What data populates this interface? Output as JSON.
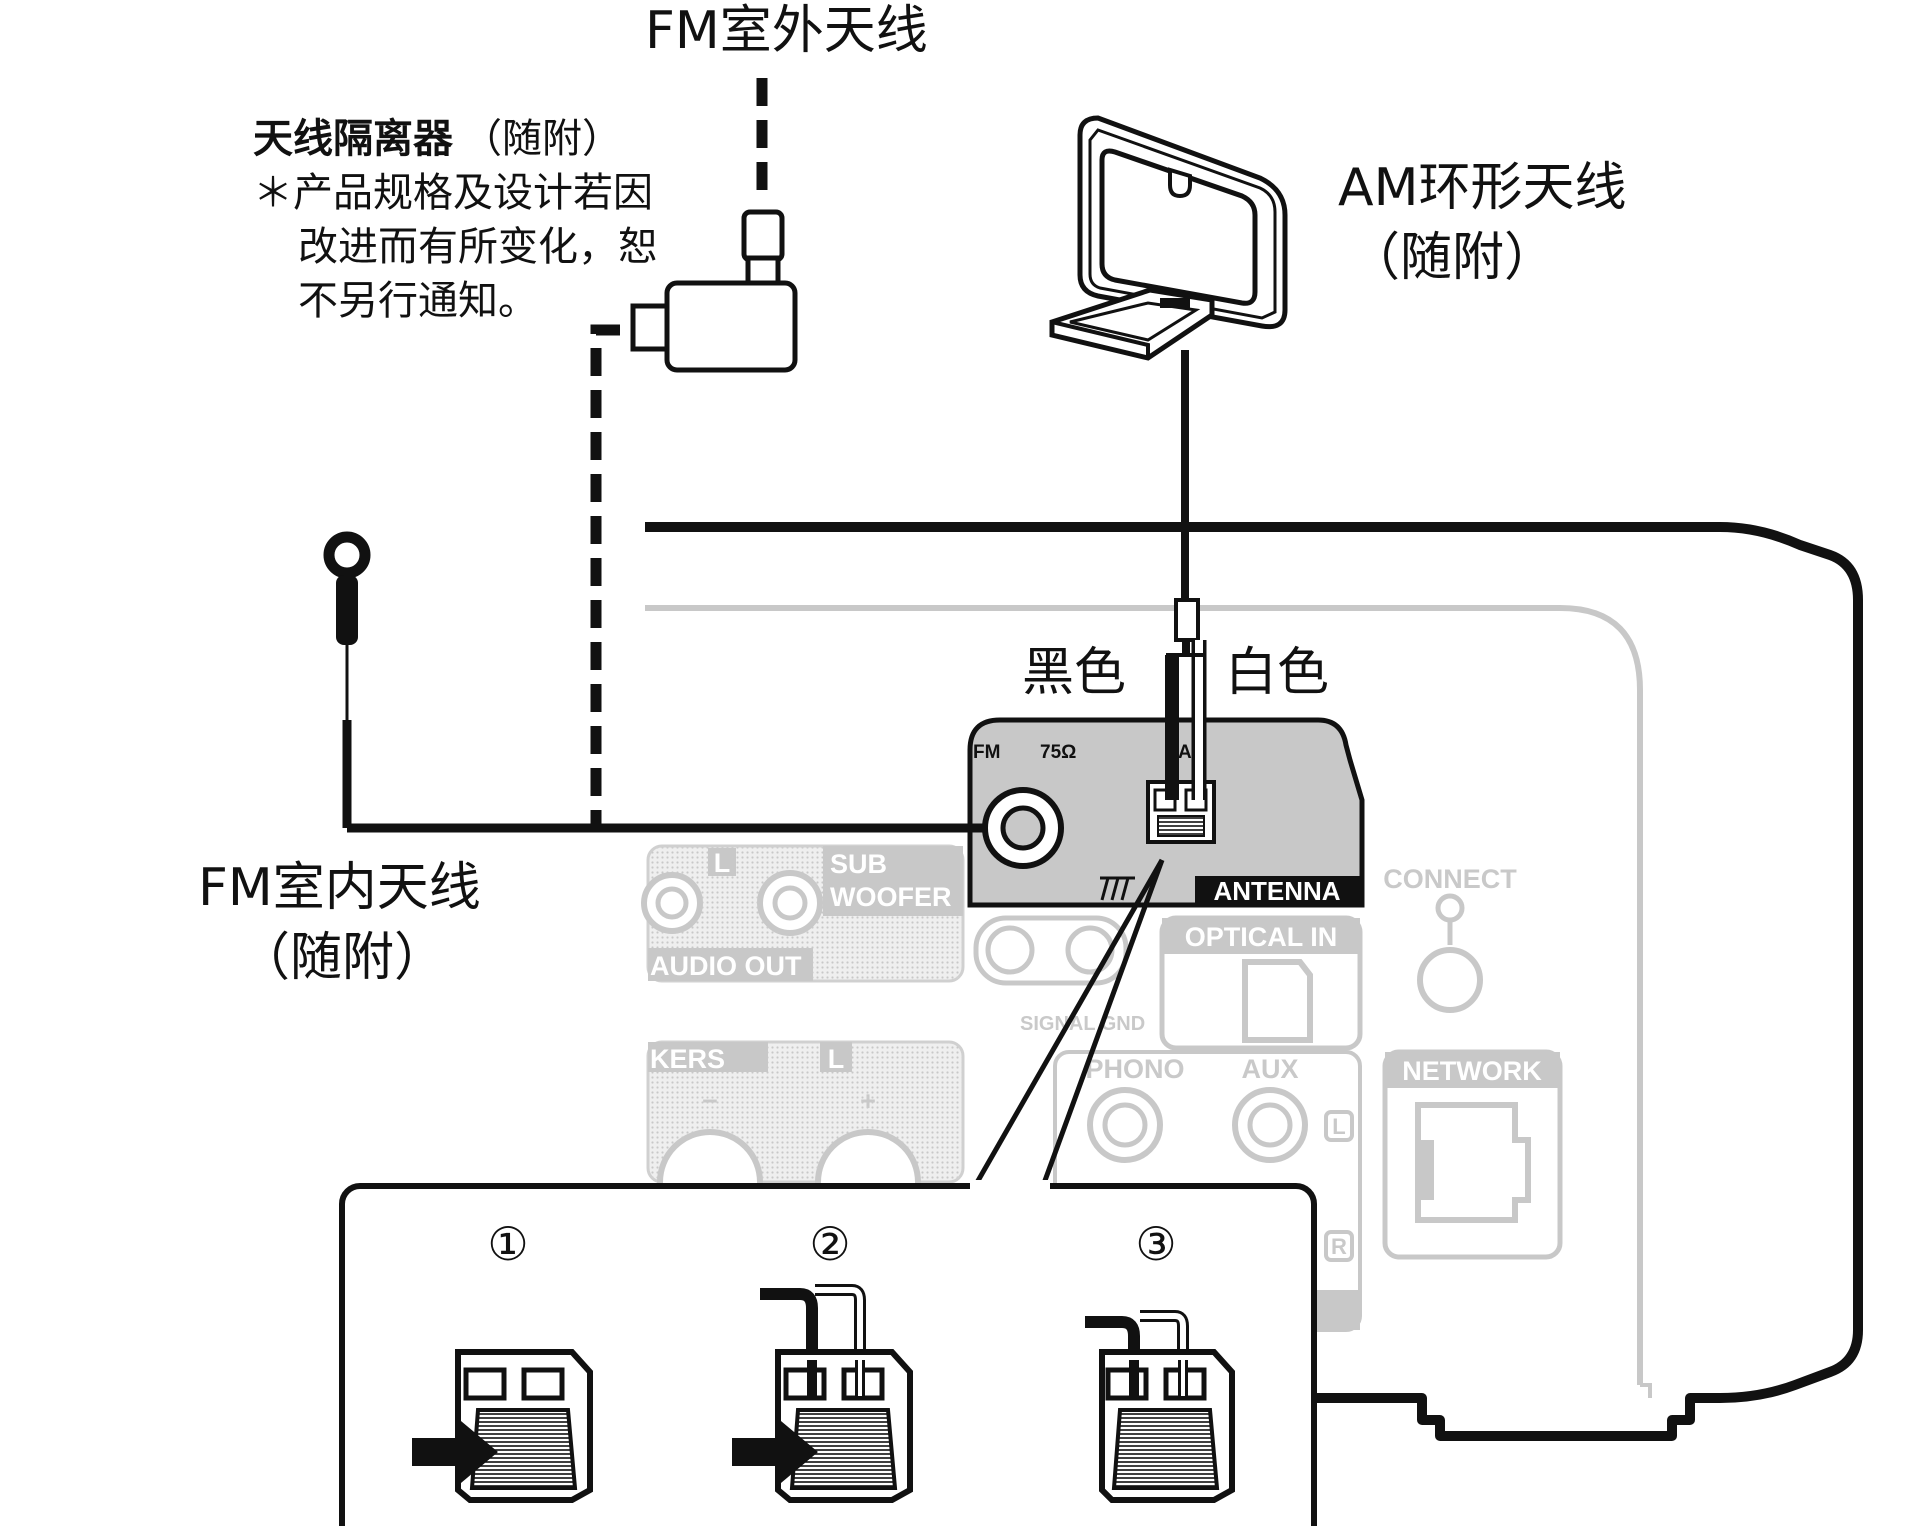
{
  "labels": {
    "fm_outdoor": "FM室外天线",
    "balun_title": "天线隔离器",
    "balun_supplied": "（随附）",
    "balun_note_1": "＊产品规格及设计若因",
    "balun_note_2": "改进而有所变化，恕",
    "balun_note_3": "不另行通知。",
    "am_loop": "AM环形天线",
    "am_supplied": "（随附）",
    "black": "黑色",
    "white": "白色",
    "fm_indoor": "FM室内天线",
    "fm_indoor_supplied": "（随附）"
  },
  "panel": {
    "fm": "FM",
    "ohm": "75Ω",
    "am": "AM",
    "antenna": "ANTENNA",
    "connect": "CONNECT",
    "optical_in": "OPTICAL IN",
    "network": "NETWORK",
    "sub": "SUB",
    "woofer": "WOOFER",
    "audio_out": "AUDIO OUT",
    "l_out": "L",
    "speakers": "KERS",
    "spk_l": "L",
    "minus": "−",
    "plus": "+",
    "signal_gnd": "SIGNAL GND",
    "phono": "PHONO",
    "aux": "AUX",
    "aux_l": "L",
    "aux_r": "R"
  },
  "steps": [
    "①",
    "②",
    "③"
  ]
}
